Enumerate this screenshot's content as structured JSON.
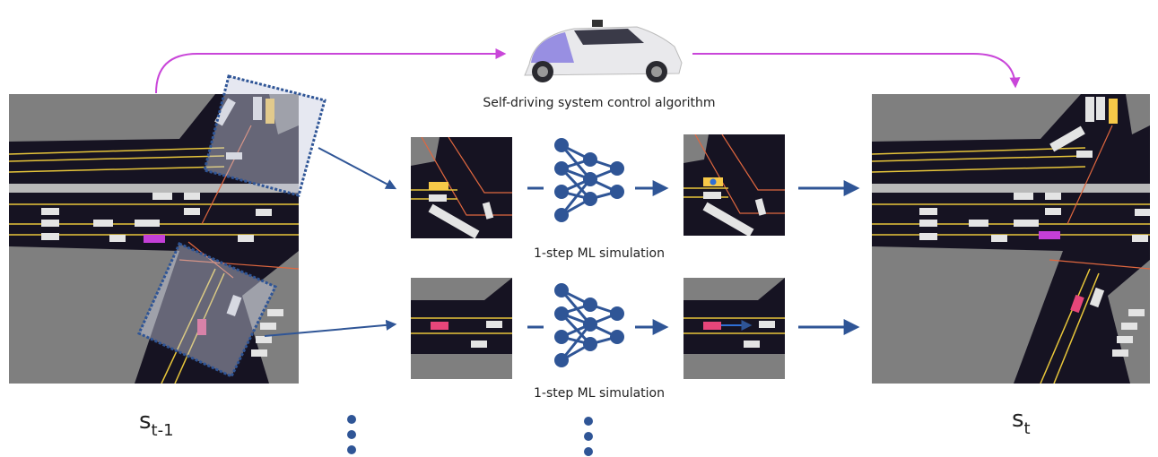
{
  "labels": {
    "control_caption": "Self-driving system control algorithm",
    "sim_caption_top": "1-step ML simulation",
    "sim_caption_bottom": "1-step ML simulation",
    "state_prev_base": "s",
    "state_prev_sub": "t-1",
    "state_next_base": "s",
    "state_next_sub": "t"
  },
  "colors": {
    "background": "#ffffff",
    "map_dark": "#161322",
    "map_gray": "#7f7f7f",
    "lane_yellow": "#e8c63a",
    "road_edge_orange": "#e0673f",
    "arrow_blue": "#2f5596",
    "arrow_magenta": "#c946d9",
    "agent_yellow": "#f7c948",
    "agent_magenta": "#c43fd8",
    "agent_pink": "#e6467a",
    "vehicle_white": "#e4e4e4",
    "highlight_box": "#2f5596"
  },
  "icons": {
    "car": "self-driving-car-icon",
    "network": "neural-network-icon"
  }
}
